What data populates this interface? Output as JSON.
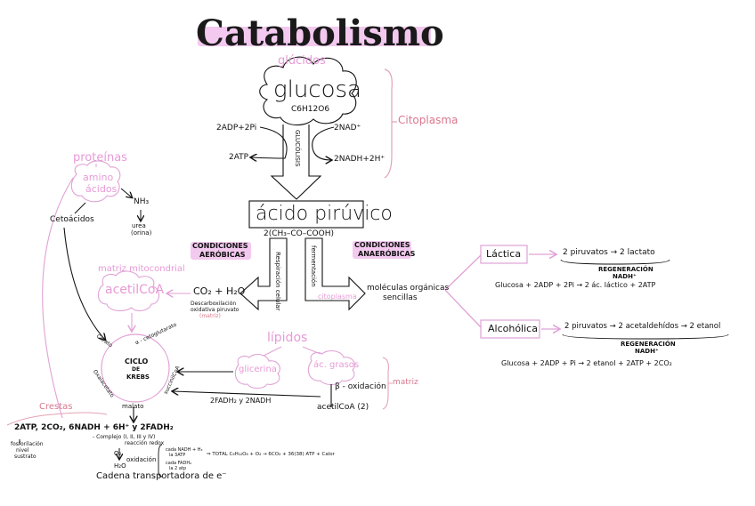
{
  "title": "Catabolismo",
  "glucidos": "glúcidos",
  "glucosa": {
    "name": "glucosa",
    "formula": "C6H12O6"
  },
  "citoplasma_bracket": "Citoplasma",
  "glucolisis": {
    "vertical_label": "GLUCÓLISIS",
    "left_in": "2ADP+2Pi",
    "left_out": "2ATP",
    "right_in": "2NAD⁺",
    "right_out": "2NADH+2H⁺"
  },
  "proteinas": {
    "title": "proteínas",
    "amino": "amino",
    "acidos": "ácidos",
    "nh3": "NH₃",
    "urea": "urea",
    "orina": "(orina)",
    "cetoacidos": "Cetoácidos"
  },
  "acido_piruvico": {
    "name": "ácido pirúvico",
    "formula": "2(CH₃–CO–COOH)"
  },
  "condiciones_aerobicas": {
    "line1": "CONDICIONES",
    "line2": "AERÓBICAS"
  },
  "condiciones_anaerobicas": {
    "line1": "CONDICIONES",
    "line2": "ANAERÓBICAS"
  },
  "respiracion_celular": "Respiración celular",
  "fermentacion": "fermentación",
  "aerobic_branch": {
    "matriz_mitocondrial": "matriz mitocondrial",
    "acetilcoa": "acetilCoA",
    "co2_h2o": "CO₂ + H₂O",
    "desc1": "Descarboxilación",
    "desc2": "oxidativa piruvato",
    "desc3": "(matriz)"
  },
  "anaerobic_branch": {
    "citoplasma": "citoplasma",
    "moleculas1": "moléculas orgánicas",
    "moleculas2": "sencillas"
  },
  "lactica": {
    "label": "Láctica",
    "reaction": "2 piruvatos → 2 lactato",
    "regen1": "REGENERACIÓN",
    "regen2": "NADH⁺",
    "equation": "Glucosa + 2ADP + 2Pi → 2 ác. láctico + 2ATP"
  },
  "alcoholica": {
    "label": "Alcohólica",
    "reaction": "2 piruvatos → 2 acetaldehídos → 2 etanol",
    "regen1": "REGENERACIÓN",
    "regen2": "NADH⁺",
    "equation": "Glucosa + 2ADP + Pi → 2 etanol + 2ATP + 2CO₂"
  },
  "lipidos": {
    "title": "lípidos",
    "glicerina": "glicerina",
    "ac_grasos": "ác. grasos",
    "beta_oxidacion": "β - oxidación",
    "matriz": "matriz",
    "acetilcoa2": "acetilCoA (2)",
    "fadh_nadh": "2FADH₂   y   2NADH"
  },
  "krebs": {
    "line1": "CICLO",
    "line2": "DE",
    "line3": "KREBS",
    "citrato": "Citrato",
    "cetoglutarato": "α - cetoglutarato",
    "oxalacetato": "Oxalacetato",
    "succinilcoa": "succinilCoA",
    "malato": "malato"
  },
  "crestas": "Crestas",
  "products": {
    "line": "2ATP, 2CO₂, 6NADH + 6H⁺  y  2FADH₂",
    "complejo": "- Complejo (I, II, III y IV)",
    "reaccion_redox": "reacción redox",
    "fosforilacion1": "fosforilación",
    "fosforilacion2": "nivel",
    "fosforilacion3": "sustrato",
    "o2": "O₂",
    "oxidacion": "oxidación",
    "h2o": "H₂O",
    "cada_nadh1": "cada NADH + H₃",
    "cada_nadh2": "la 3ATP",
    "cada_fadh1": "cada FADH₂",
    "cada_fadh2": "la 2 atp",
    "total": "⇒ TOTAL   C₆H₁₂O₆ + O₂ → 6CO₂ + 36(38) ATP + Calor",
    "cadena": "Cadena transportadora de e⁻"
  }
}
